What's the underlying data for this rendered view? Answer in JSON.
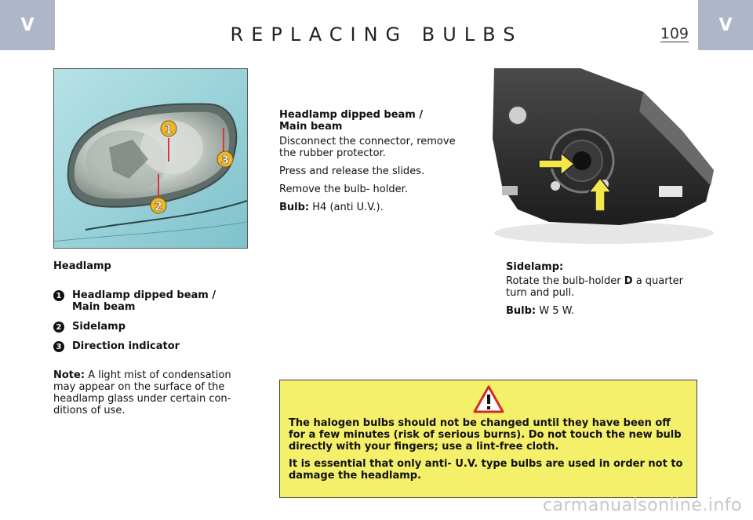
{
  "header": {
    "tab_left": "V",
    "tab_right": "V",
    "title": "REPLACING BULBS",
    "page_number": "109"
  },
  "headlamp_photo": {
    "callouts": [
      "1",
      "3",
      "2"
    ]
  },
  "dipped_beam": {
    "title_line1": "Headlamp dipped beam /",
    "title_line2": "Main beam",
    "p1": "Disconnect the connector, remove the rubber protector.",
    "p2": "Press and release the slides.",
    "p3": "Remove the bulb- holder.",
    "bulb_label": "Bulb:",
    "bulb_value": "H4 (anti U.V.)."
  },
  "legend": {
    "title": "Headlamp",
    "items": [
      {
        "num": "1",
        "label_line1": "Headlamp dipped beam /",
        "label_line2": "Main beam"
      },
      {
        "num": "2",
        "label_line1": "Sidelamp",
        "label_line2": ""
      },
      {
        "num": "3",
        "label_line1": "Direction indicator",
        "label_line2": ""
      }
    ],
    "note_label": "Note:",
    "note_text": "A light mist of condensation may appear on the surface of the headlamp glass under certain con- ditions of use."
  },
  "sidelamp": {
    "title": "Sidelamp:",
    "text_before": "Rotate the bulb-holder",
    "holder_letter": "D",
    "text_after": "a quarter turn and pull.",
    "bulb_label": "Bulb:",
    "bulb_value": "W 5 W."
  },
  "warning": {
    "p1": "The halogen bulbs should not be changed until they have been off for a few minutes (risk of serious burns). Do not touch the new bulb directly with your fingers; use a lint-free cloth.",
    "p2": "It is essential that only anti- U.V. type bulbs are used in order not to damage the headlamp."
  },
  "watermark": "carmanualsonline.info",
  "colors": {
    "tab": "#aeb6c9",
    "warning_bg": "#f4f06a",
    "photo_bg": "#9dd3db",
    "arrow_yellow": "#f2e64a"
  }
}
